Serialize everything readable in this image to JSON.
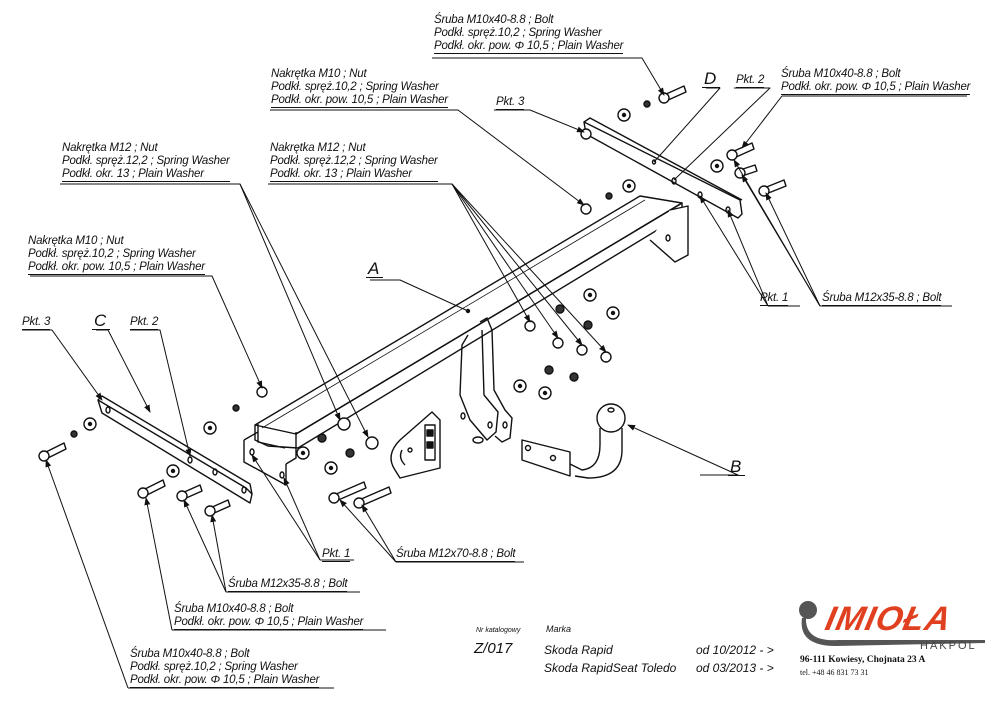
{
  "diagram": {
    "title": "Hak holowniczy – rysunek montażowy",
    "parts": {
      "A": "A",
      "B": "B",
      "C": "C",
      "D": "D"
    },
    "callouts": {
      "top_bolt": [
        "Śruba M10x40-8.8 ;  Bolt",
        "Podkł. spręż.10,2 ; Spring Washer",
        "Podkł. okr. pow. Φ 10,5 ; Plain Washer"
      ],
      "top_right_bolt": [
        "Śruba M10x40-8.8 ;  Bolt",
        "Podkł. okr. pow. Φ 10,5 ; Plain Washer"
      ],
      "top_nut_m10": [
        "Nakrętka  M10 ; Nut",
        "Podkł. spręż.10,2 ; Spring Washer",
        "Podkł. okr. pow. 10,5 ; Plain Washer"
      ],
      "left_nut_m12": [
        "Nakrętka  M12 ; Nut",
        "Podkł. spręż.12,2 ; Spring Washer",
        "Podkł. okr. 13 ; Plain Washer"
      ],
      "center_nut_m12": [
        "Nakrętka  M12 ; Nut",
        "Podkł. spręż.12,2 ; Spring Washer",
        "Podkł. okr. 13 ; Plain Washer"
      ],
      "left_nut_m10": [
        "Nakrętka  M10 ; Nut",
        "Podkł. spręż.10,2 ; Spring Washer",
        "Podkł. okr. pow. 10,5 ; Plain Washer"
      ],
      "right_bolt_m12x35": "Śruba M12x35-8.8 ;  Bolt",
      "right_pkt1": "Pkt. 1",
      "left_pkt1": "Pkt. 1",
      "bolt_m12x70": "Śruba M12x70-8.8 ;  Bolt",
      "left_bolt_m12x35": "Śruba M12x35-8.8 ;  Bolt",
      "left_bolt_m10_plain": [
        "Śruba M10x40-8.8 ;  Bolt",
        "Podkł. okr. pow. Φ 10,5 ; Plain Washer"
      ],
      "bottom_bolt_m10": [
        "Śruba M10x40-8.8 ;  Bolt",
        "Podkł. spręż.10,2 ; Spring Washer",
        "Podkł. okr. pow. Φ 10,5 ; Plain Washer"
      ],
      "pkt3_right": "Pkt. 3",
      "pkt2_right": "Pkt. 2",
      "pkt3_left": "Pkt. 3",
      "pkt2_left": "Pkt. 2"
    }
  },
  "catalog": {
    "nr_label": "Nr katalogowy",
    "marka_label": "Marka",
    "number": "Z/017",
    "vehicles": [
      {
        "name": "Skoda Rapid",
        "from": "od 10/2012 - >"
      },
      {
        "name": "Skoda RapidSeat Toledo",
        "from": "od 03/2013 - >"
      }
    ]
  },
  "brand": {
    "name": "IMIOŁA",
    "sub": "HAKPOL",
    "address": "96-111 Kowiesy, Chojnata 23 A",
    "phone": "tel. +48 46 831 73 31",
    "accent_color": "#e0401f",
    "swoosh_color": "#555555"
  }
}
